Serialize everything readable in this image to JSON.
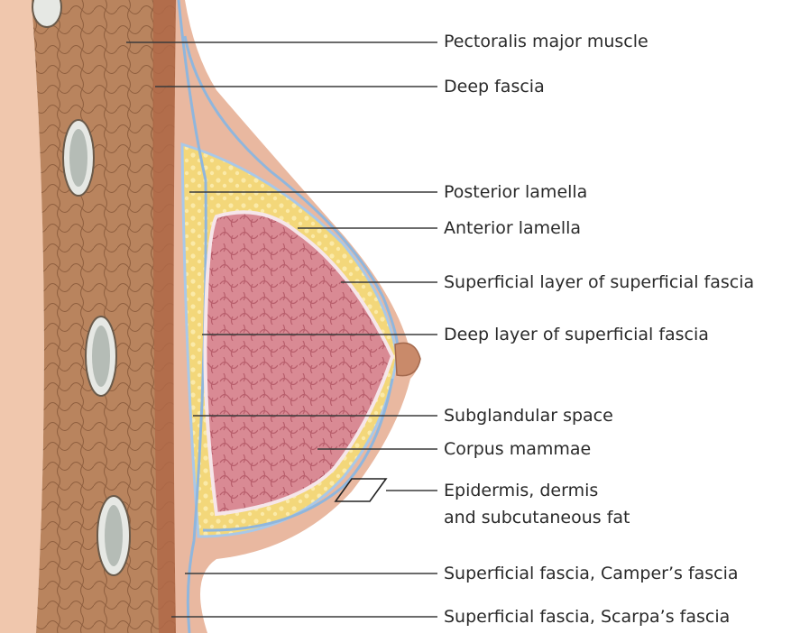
{
  "labels": {
    "pectoralis_major": "Pectoralis major muscle",
    "deep_fascia": "Deep fascia",
    "posterior_lamella": "Posterior lamella",
    "anterior_lamella": "Anterior lamella",
    "superficial_layer": "Superficial layer of superficial fascia",
    "deep_layer": "Deep layer of superficial fascia",
    "subglandular_space": "Subglandular space",
    "corpus_mammae": "Corpus mammae",
    "epidermis_line1": "Epidermis, dermis",
    "epidermis_line2": "and subcutaneous fat",
    "campers_fascia": "Superficial fascia, Camper’s fascia",
    "scarpas_fascia": "Superficial fascia, Scarpa’s fascia"
  },
  "colors": {
    "muscle": "#b9845e",
    "muscle_dark": "#9a6a48",
    "skin": "#e9b8a0",
    "fat": "#f3d77a",
    "fascia": "#a9c8e8",
    "gland": "#d98a94",
    "gland_dark": "#b85e6c",
    "rib": "#9aa39e",
    "nipple": "#c98a6a"
  }
}
